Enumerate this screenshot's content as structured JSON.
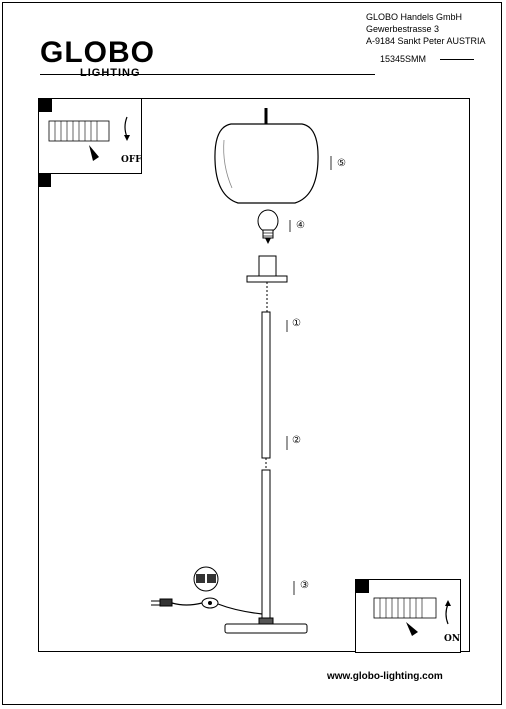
{
  "brand": {
    "name": "GLOBO",
    "sub": "LIGHTING"
  },
  "address": {
    "line1": "GLOBO Handels GmbH",
    "line2": "Gewerbestrasse 3",
    "line3": "A-9184 Sankt Peter AUSTRIA"
  },
  "model_number": "15345SMM",
  "insets": {
    "off_label": "OFF",
    "on_label": "ON"
  },
  "parts": [
    "1",
    "2",
    "3",
    "4",
    "5"
  ],
  "website": "www.globo-lighting.com"
}
